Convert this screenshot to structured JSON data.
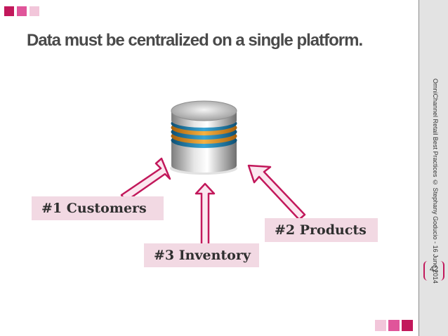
{
  "slide": {
    "title": "Data must be centralized on a single platform.",
    "footer": "OmniChannel Retail Best Practices © Stephany Goducio - 16 June 2014",
    "page_number": "42"
  },
  "labels": {
    "customers": "#1 Customers",
    "products": "#2 Products",
    "inventory": "#3 Inventory"
  },
  "colors": {
    "accent": "#c2185b",
    "accent_mid": "#e0559a",
    "accent_light": "#f2c6da",
    "label_bg": "#f2d9e3",
    "arrow_fill": "#fbe7ef",
    "arrow_stroke": "#c2185b"
  },
  "icons": {
    "center": "database-icon"
  }
}
